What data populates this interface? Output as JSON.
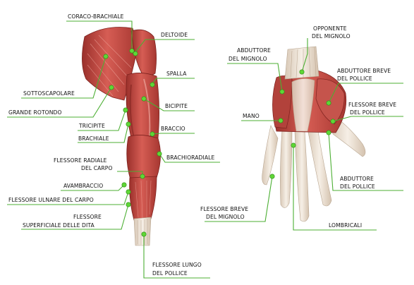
{
  "diagram": {
    "labels": {
      "coraco_brachiale": "CORACO-BRACHIALE",
      "deltoide": "DELTOIDE",
      "spalla": "SPALLA",
      "sottoscapolare": "SOTTOSCAPOLARE",
      "grande_rotondo": "GRANDE ROTONDO",
      "bicipite": "BICIPITE",
      "tricipite": "TRICIPITE",
      "braccio": "BRACCIO",
      "brachiale": "BRACHIALE",
      "brachioradiale": "BRACHIORADIALE",
      "flessore_radiale_1": "FLESSORE RADIALE",
      "flessore_radiale_2": "DEL CARPO",
      "avambraccio": "AVAMBRACCIO",
      "flessore_ulnare": "FLESSORE ULNARE DEL CARPO",
      "flessore_superficiale_1": "FLESSORE",
      "flessore_superficiale_2": "SUPERFICIALE DELLE DITA",
      "flessore_lungo_1": "FLESSORE LUNGO",
      "flessore_lungo_2": "DEL POLLICE",
      "abduttore_mignolo_1": "ABDUTTORE",
      "abduttore_mignolo_2": "DEL MIGNOLO",
      "opponente_1": "OPPONENTE",
      "opponente_2": "DEL MIGNOLO",
      "abduttore_breve_1": "ABDUTTORE BREVE",
      "abduttore_breve_2": "DEL POLLICE",
      "flessore_breve_pollice_1": "FLESSORE BREVE",
      "flessore_breve_pollice_2": "DEL POLLICE",
      "mano": "MANO",
      "abduttore_pollice_1": "ABDUTTORE",
      "abduttore_pollice_2": "DEL POLLICE",
      "flessore_breve_mignolo_1": "FLESSORE BREVE",
      "flessore_breve_mignolo_2": "DEL MIGNOLO",
      "lombricali": "LOMBRICALI"
    },
    "colors": {
      "muscle": "#c8504a",
      "muscle_dark": "#8e2a26",
      "muscle_light": "#e58a80",
      "tendon": "#ece0d2",
      "bone": "#e9e2d3",
      "leader": "#4caf33",
      "marker": "#5fd636"
    }
  }
}
